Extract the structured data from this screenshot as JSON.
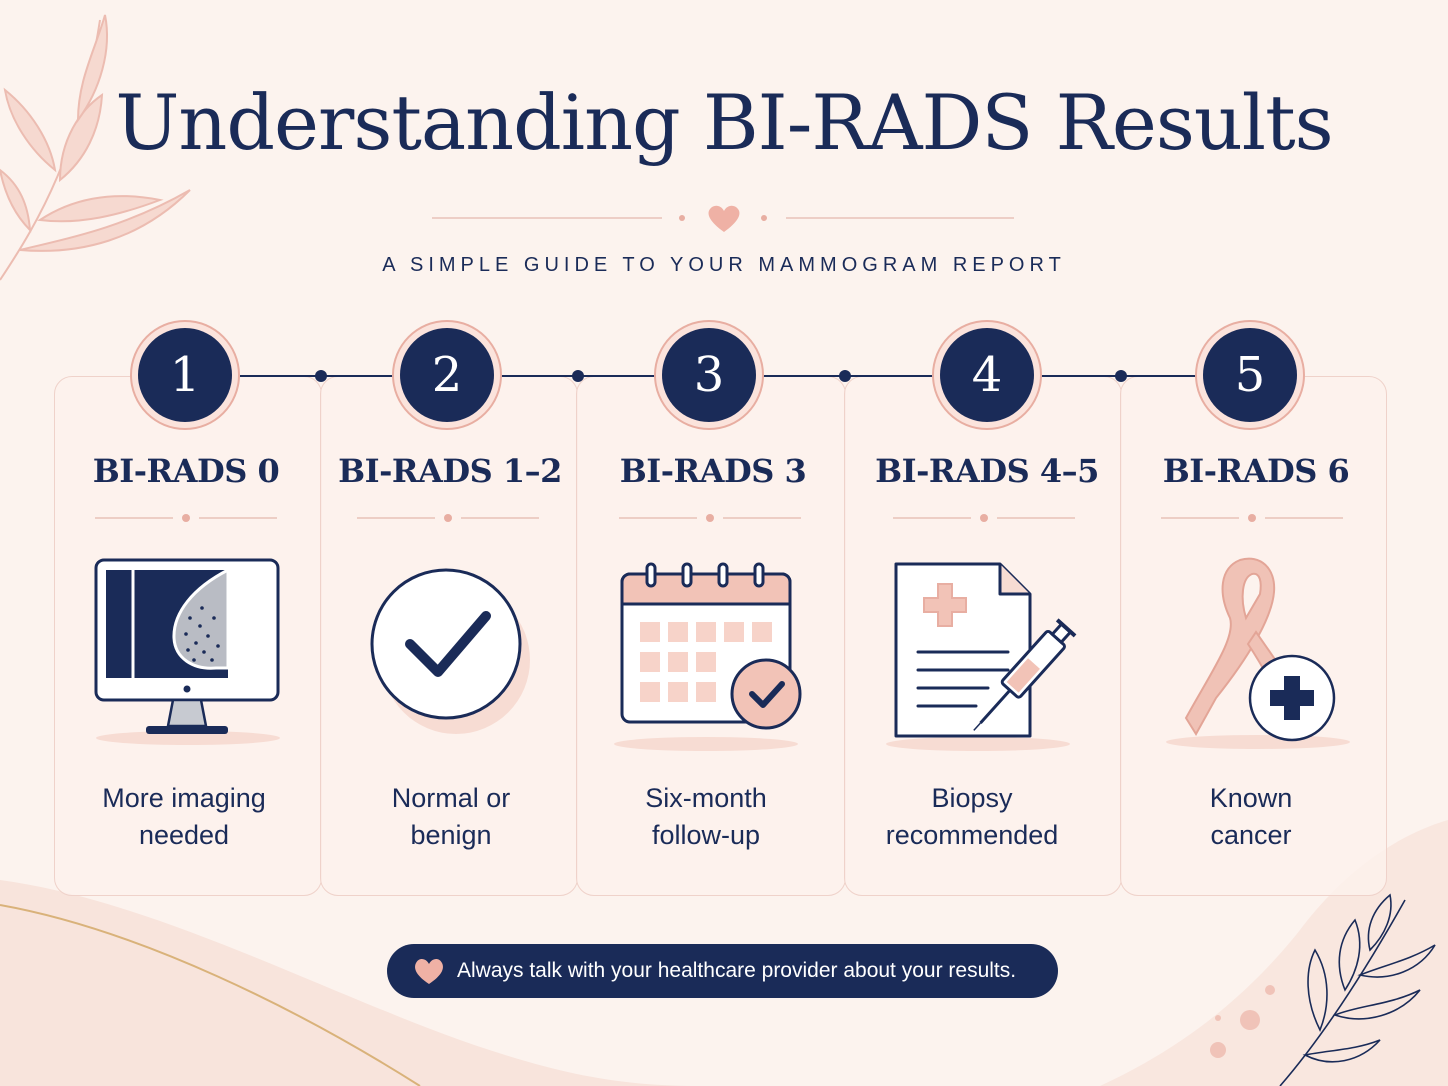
{
  "title": "Understanding BI-RADS Results",
  "subtitle": "A SIMPLE GUIDE TO YOUR MAMMOGRAM REPORT",
  "steps": [
    {
      "number": "1",
      "category": "BI-RADS 0",
      "description_line1": "More imaging",
      "description_line2": "needed",
      "icon": "monitor-mammogram-icon"
    },
    {
      "number": "2",
      "category": "BI-RADS 1–2",
      "description_line1": "Normal or",
      "description_line2": "benign",
      "icon": "checkmark-circle-icon"
    },
    {
      "number": "3",
      "category": "BI-RADS 3",
      "description_line1": "Six-month",
      "description_line2": "follow-up",
      "icon": "calendar-check-icon"
    },
    {
      "number": "4",
      "category": "BI-RADS 4–5",
      "description_line1": "Biopsy",
      "description_line2": "recommended",
      "icon": "document-syringe-icon"
    },
    {
      "number": "5",
      "category": "BI-RADS 6",
      "description_line1": "Known",
      "description_line2": "cancer",
      "icon": "pink-ribbon-icon"
    }
  ],
  "notice": "Always talk with your healthcare provider about your results.",
  "colors": {
    "navy": "#1a2b58",
    "pink": "#e8aea2",
    "light_pink": "#f7dcd3",
    "background": "#fcf3ee"
  }
}
